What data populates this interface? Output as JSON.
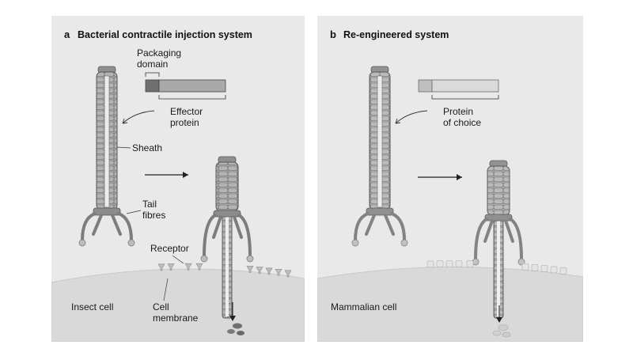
{
  "panel_a": {
    "letter": "a",
    "title": "Bacterial contractile injection system",
    "labels": {
      "packaging_domain_line1": "Packaging",
      "packaging_domain_line2": "domain",
      "effector_line1": "Effector",
      "effector_line2": "protein",
      "sheath": "Sheath",
      "tail_line1": "Tail",
      "tail_line2": "fibres",
      "receptor": "Receptor",
      "cell_membrane_line1": "Cell",
      "cell_membrane_line2": "membrane",
      "cell": "Insect cell"
    }
  },
  "panel_b": {
    "letter": "b",
    "title": "Re-engineered system",
    "labels": {
      "protein_line1": "Protein",
      "protein_line2": "of choice",
      "cell": "Mammalian cell"
    }
  },
  "colors": {
    "panel_bg": "#e9e9e9",
    "cell_fill": "#d9d9d9",
    "sheath_fill": "#9a9a9a",
    "sheath_dark": "#707070",
    "effector_dark": "#6f6f6f",
    "effector_light": "#a9a9a9",
    "choice_fill": "#dadada",
    "receptor_a": "#bdbdbd",
    "receptor_b": "#e4e4e4"
  }
}
